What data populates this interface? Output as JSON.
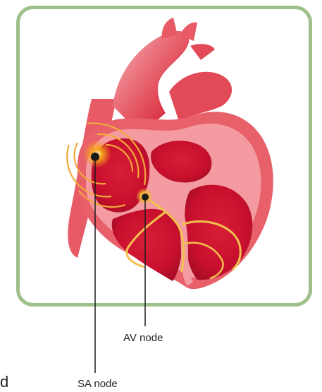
{
  "labels": {
    "av_node": "AV node",
    "sa_node": "SA node"
  },
  "stray_text": "d",
  "colors": {
    "frame_border": "#9fc08a",
    "heart_outer": "#e8606a",
    "heart_dark": "#c8102e",
    "heart_light": "#f4a3a8",
    "conduction": "#f2c14e",
    "node_glow": "#f7a21b",
    "leader_line": "#1a1a1a"
  },
  "icons": {
    "sa_node_marker": "node-dot-icon",
    "av_node_marker": "node-dot-icon"
  }
}
